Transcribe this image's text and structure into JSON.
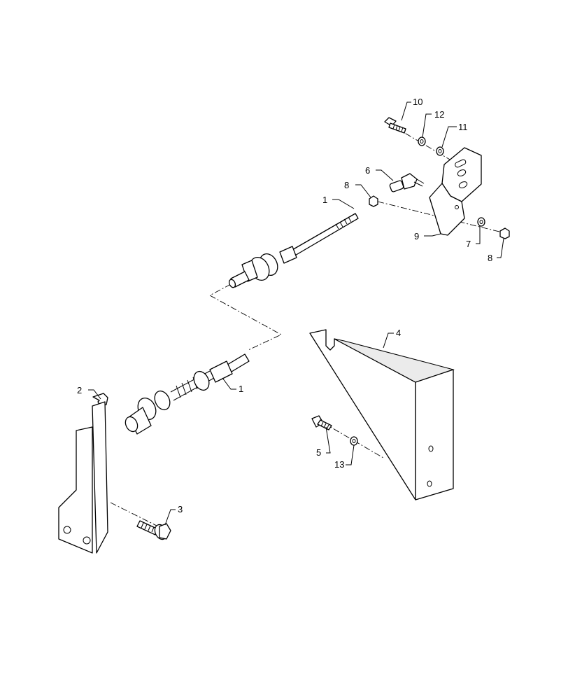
{
  "callouts": [
    {
      "id": "c10",
      "text": "10"
    },
    {
      "id": "c12",
      "text": "12"
    },
    {
      "id": "c11",
      "text": "11"
    },
    {
      "id": "c6",
      "text": "6"
    },
    {
      "id": "c8a",
      "text": "8"
    },
    {
      "id": "c1a",
      "text": "1"
    },
    {
      "id": "c9",
      "text": "9"
    },
    {
      "id": "c7",
      "text": "7"
    },
    {
      "id": "c8b",
      "text": "8"
    },
    {
      "id": "c4",
      "text": "4"
    },
    {
      "id": "c2",
      "text": "2"
    },
    {
      "id": "c1b",
      "text": "1"
    },
    {
      "id": "c5",
      "text": "5"
    },
    {
      "id": "c13",
      "text": "13"
    },
    {
      "id": "c3",
      "text": "3"
    }
  ]
}
